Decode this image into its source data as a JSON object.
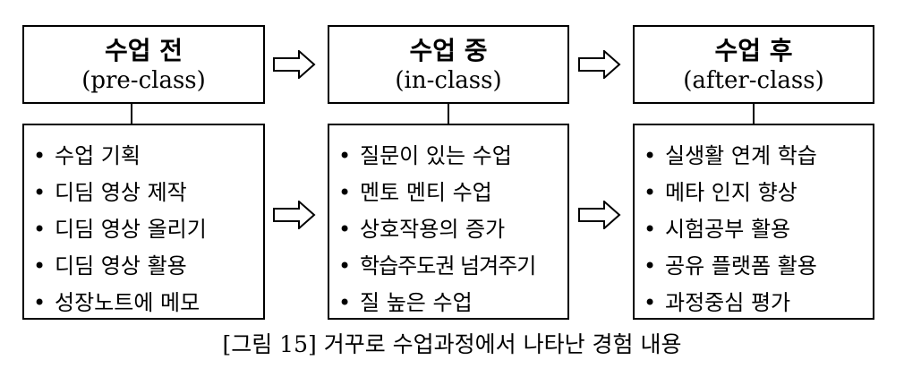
{
  "stages": [
    {
      "title": "수업 전",
      "subtitle": "(pre-class)",
      "items": [
        "수업 기획",
        "디딤 영상 제작",
        "디딤 영상 올리기",
        "디딤 영상 활용",
        "성장노트에 메모"
      ]
    },
    {
      "title": "수업 중",
      "subtitle": "(in-class)",
      "items": [
        "질문이 있는 수업",
        "멘토 멘티 수업",
        "상호작용의 증가",
        "학습주도권 넘겨주기",
        "질 높은 수업"
      ]
    },
    {
      "title": "수업 후",
      "subtitle": "(after-class)",
      "items": [
        "실생활 연계 학습",
        "메타 인지 향상",
        "시험공부 활용",
        "공유 플랫폼 활용",
        "과정중심 평가"
      ]
    }
  ],
  "bullet": "•",
  "caption": "[그림 15] 거꾸로 수업과정에서 나타난 경험 내용"
}
